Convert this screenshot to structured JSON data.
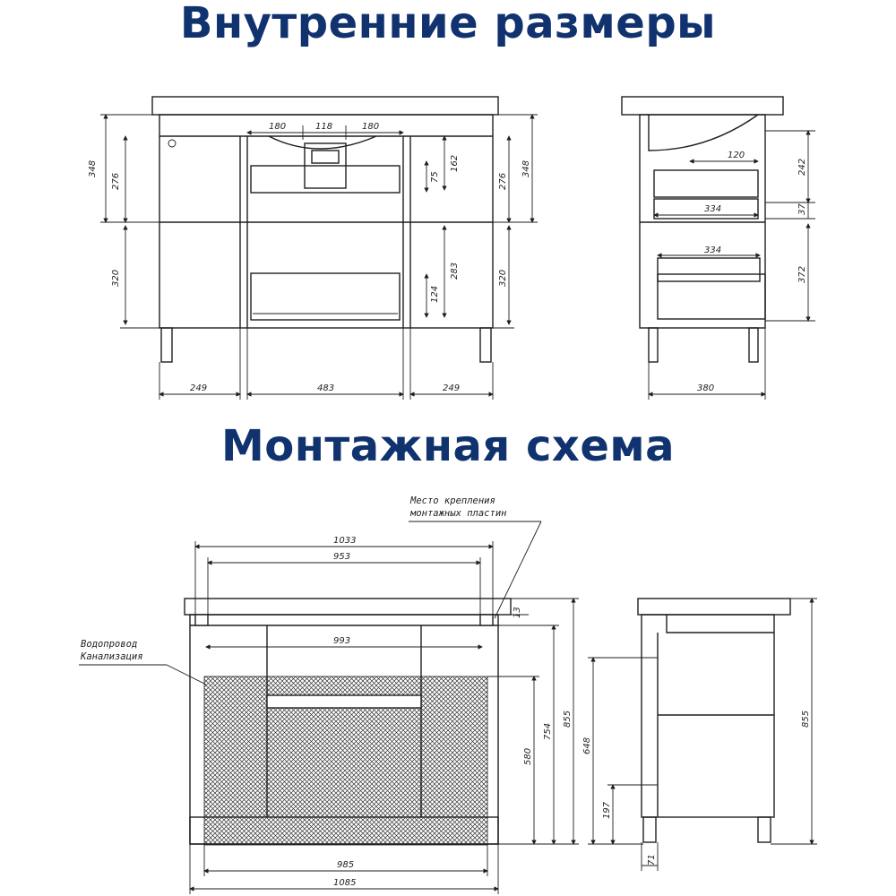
{
  "titles": {
    "inner": "Внутренние размеры",
    "mount": "Монтажная схема"
  },
  "colors": {
    "heading": "#10326e",
    "lines": "#1e1e1e",
    "background": "#ffffff"
  },
  "front_inner": {
    "top_dims": [
      "180",
      "118",
      "180"
    ],
    "left_dims": [
      "348",
      "276",
      "320"
    ],
    "right_dims": [
      "348",
      "276",
      "320"
    ],
    "center_dims": [
      "162",
      "75",
      "283",
      "124"
    ],
    "bottom_dims": [
      "249",
      "483",
      "249"
    ]
  },
  "side_inner": {
    "right_dims": [
      "242",
      "37",
      "372"
    ],
    "inner_dims": [
      "120",
      "334",
      "334"
    ],
    "bottom_dims": [
      "380"
    ]
  },
  "front_mount": {
    "top_dims": [
      "1033",
      "953",
      "993"
    ],
    "side_small": "13",
    "vertical_dims": [
      "580",
      "754",
      "855"
    ],
    "bottom_dims": [
      "985",
      "1085"
    ],
    "label_fixing": [
      "Место крепления",
      "монтажных пластин"
    ],
    "label_pipes": [
      "Водопровод",
      "Канализация"
    ]
  },
  "side_mount": {
    "vertical_dims": [
      "648",
      "197",
      "855"
    ],
    "bottom_dims": [
      "71"
    ]
  }
}
